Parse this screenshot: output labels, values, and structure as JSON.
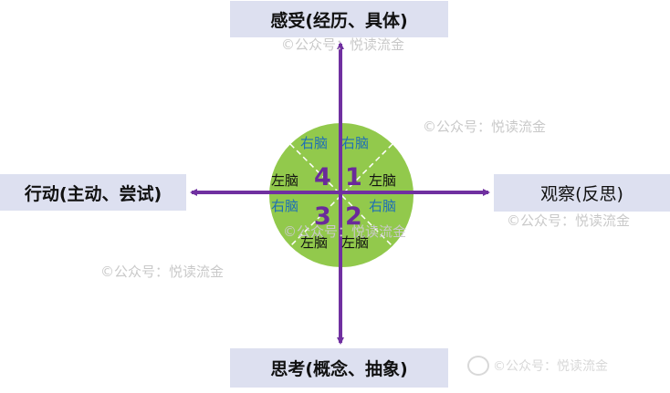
{
  "boxes": {
    "top": "感受(经历、具体)",
    "bottom": "思考(概念、抽象)",
    "left": "行动(主动、尝试)",
    "right": "观察(反思)"
  },
  "quadrants": {
    "q1": {
      "number": "1",
      "upper": "右脑",
      "lower": "左脑"
    },
    "q2": {
      "number": "2",
      "upper": "右脑",
      "lower": "左脑"
    },
    "q3": {
      "number": "3",
      "upper": "右脑",
      "lower": "左脑"
    },
    "q4": {
      "number": "4",
      "upper": "右脑",
      "lower": "左脑"
    }
  },
  "watermark": "©公众号：悦读流金",
  "colors": {
    "arrow": "#7030a0",
    "circle": "#92c94c",
    "box": "#dde0f0",
    "right_brain_text": "#1f6fb5",
    "left_brain_text": "#111111",
    "number": "#6a2a9a"
  }
}
